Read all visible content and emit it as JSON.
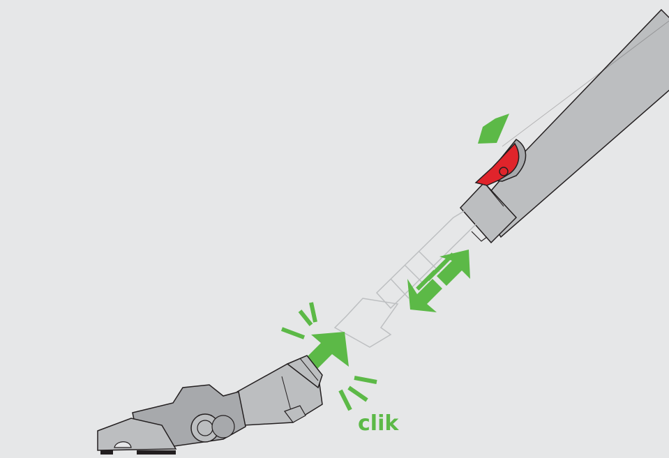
{
  "caption": {
    "clik": "clik"
  },
  "colors": {
    "background": "#e6e7e8",
    "arrow_green": "#5cb947",
    "wand_grey": "#bcbec0",
    "outline": "#231f20",
    "release_red": "#e0242b",
    "ghost_outline": "#bdbfc1"
  },
  "icons": {
    "wand": "extension-wand",
    "release_button": "release-catch",
    "tool": "motorhead-floor-tool",
    "arrows": [
      "press-arrow",
      "slide-apart-arrows",
      "push-together-arrow"
    ],
    "burst": "click-burst"
  }
}
